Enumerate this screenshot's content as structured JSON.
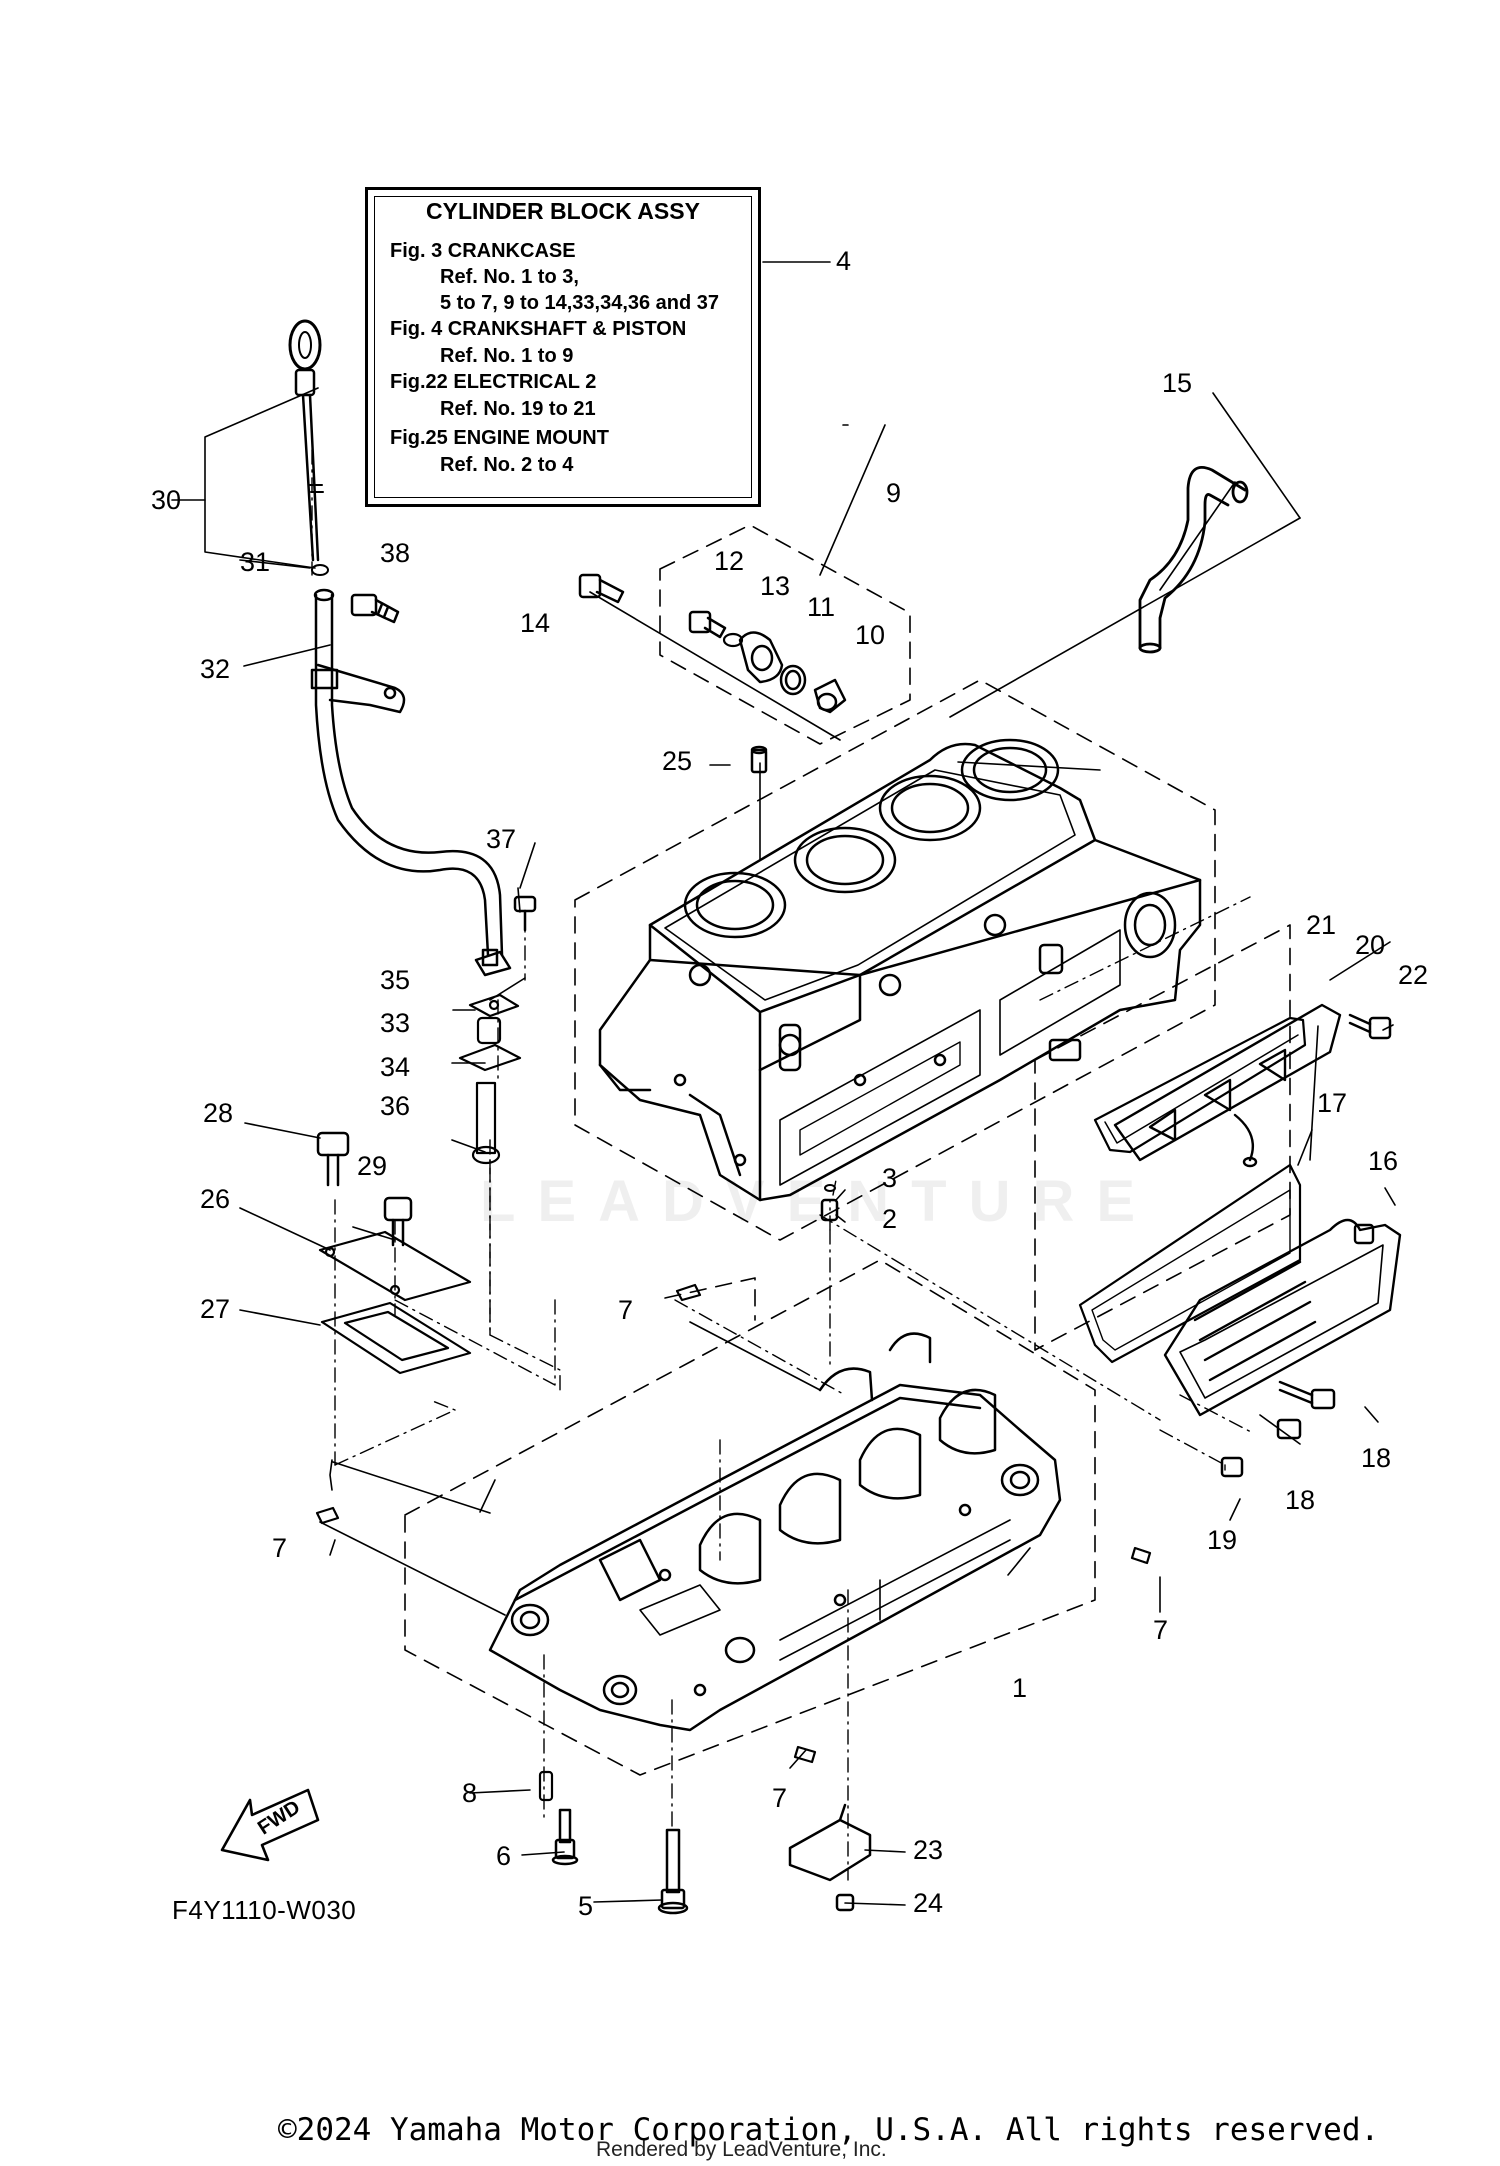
{
  "legend": {
    "title": "CYLINDER BLOCK ASSY",
    "lines": [
      "Fig.  3 CRANKCASE",
      "Ref. No. 1 to 3,",
      "5 to 7, 9 to 14,33,34,36 and 37",
      "Fig.  4 CRANKSHAFT & PISTON",
      "Ref. No. 1 to 9",
      "Fig.22 ELECTRICAL 2",
      "Ref. No. 19 to 21",
      "Fig.25 ENGINE MOUNT",
      "Ref. No. 2 to 4"
    ]
  },
  "callouts": {
    "c1": "1",
    "c2": "2",
    "c3": "3",
    "c4": "4",
    "c5": "5",
    "c6": "6",
    "c7a": "7",
    "c7b": "7",
    "c7c": "7",
    "c7d": "7",
    "c8": "8",
    "c9": "9",
    "c10": "10",
    "c11": "11",
    "c12": "12",
    "c13": "13",
    "c14": "14",
    "c15": "15",
    "c16": "16",
    "c17": "17",
    "c18a": "18",
    "c18b": "18",
    "c19": "19",
    "c20": "20",
    "c21": "21",
    "c22": "22",
    "c23": "23",
    "c24": "24",
    "c25": "25",
    "c26": "26",
    "c27": "27",
    "c28": "28",
    "c29": "29",
    "c30": "30",
    "c31": "31",
    "c32": "32",
    "c33": "33",
    "c34": "34",
    "c35": "35",
    "c36": "36",
    "c37": "37",
    "c38": "38"
  },
  "fwd_label": "FWD",
  "figure_code": "F4Y1110-W030",
  "watermark": "LEADVENTURE",
  "copyright": "©2024 Yamaha Motor Corporation, U.S.A. All rights reserved.",
  "rendered_by": "Rendered by LeadVenture, Inc."
}
